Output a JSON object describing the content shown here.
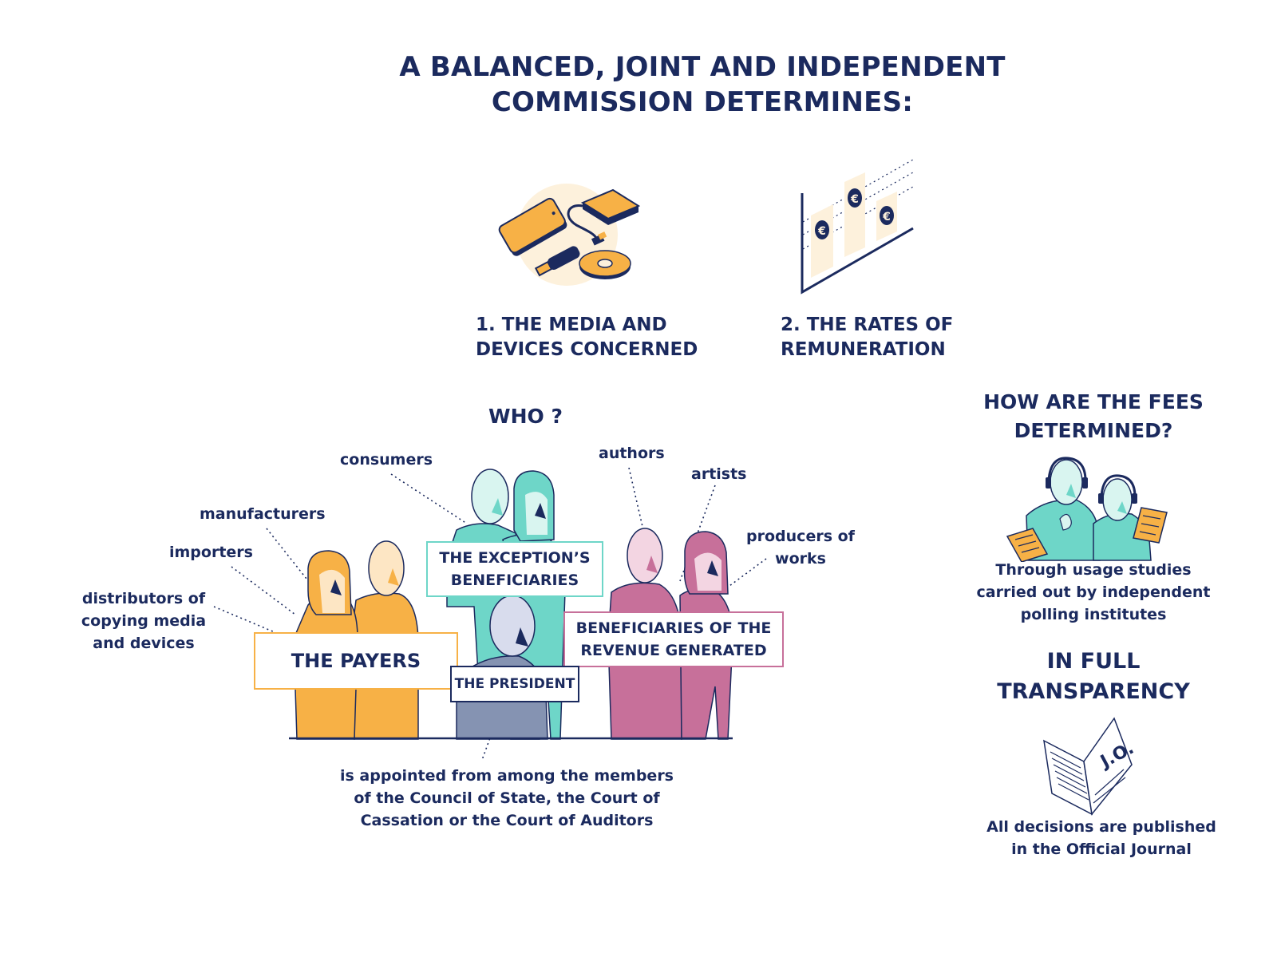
{
  "title": {
    "line1": "A BALANCED, JOINT AND INDEPENDENT",
    "line2": "COMMISSION DETERMINES:"
  },
  "determines": {
    "item1": {
      "line1": "1. THE MEDIA AND",
      "line2": "DEVICES CONCERNED",
      "icon": "media-devices-icon"
    },
    "item2": {
      "line1": "2. THE RATES OF",
      "line2": "REMUNERATION",
      "icon": "rates-chart-icon"
    }
  },
  "who": {
    "heading": "WHO ?",
    "labels": {
      "consumers": "consumers",
      "manufacturers": "manufacturers",
      "importers": "importers",
      "distributors": [
        "distributors of",
        "copying media",
        "and devices"
      ],
      "authors": "authors",
      "artists": "artists",
      "producers": [
        "producers of",
        "works"
      ]
    },
    "boxes": {
      "payers": "THE PAYERS",
      "exception": [
        "THE EXCEPTION’S",
        "BENEFICIARIES"
      ],
      "revenue": [
        "BENEFICIARIES OF THE",
        "REVENUE GENERATED"
      ],
      "president": "THE PRESIDENT"
    },
    "president_note": [
      "is appointed from among the members",
      "of the Council of State, the Court of",
      "Cassation or the Court of Auditors"
    ]
  },
  "fees": {
    "heading": [
      "HOW ARE THE FEES",
      "DETERMINED?"
    ],
    "text": [
      "Through usage studies",
      "carried out by independent",
      "polling institutes"
    ]
  },
  "transparency": {
    "heading": [
      "IN FULL",
      "TRANSPARENCY"
    ],
    "journal_label": "J.O.",
    "text": [
      "All decisions are published",
      "in the Official Journal"
    ]
  },
  "colors": {
    "navy": "#1b2a5e",
    "orange": "#f7b146",
    "teal": "#6ed6c8",
    "pink": "#c7709a",
    "gray_blue": "#8593b2",
    "light_yellow": "#fdf1dc"
  }
}
